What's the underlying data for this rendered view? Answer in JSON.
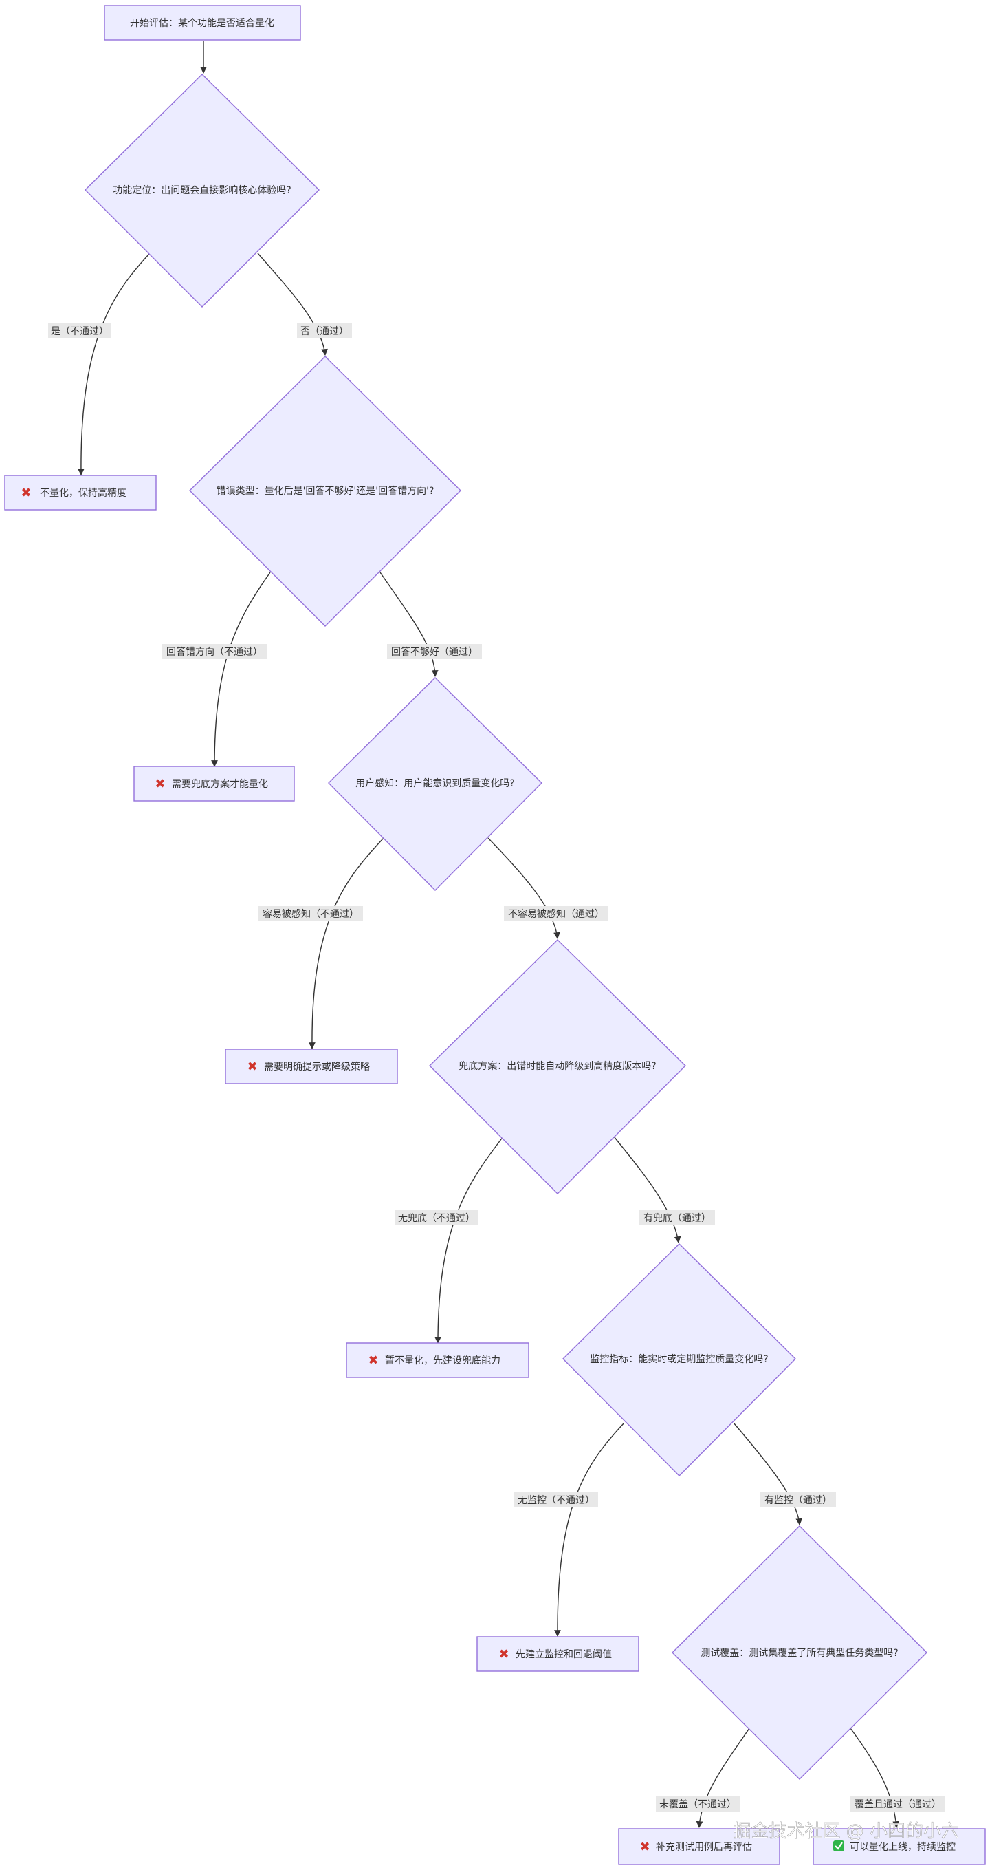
{
  "nodes": {
    "start": {
      "text": "开始评估：某个功能是否适合量化"
    },
    "q_function": {
      "text": "功能定位：出问题会直接影响核心体验吗?"
    },
    "end_no_quant": {
      "text": "不量化，保持高精度",
      "icon": "cross-mark-icon"
    },
    "q_error": {
      "text": "错误类型：量化后是'回答不够好'还是'回答错方向'?"
    },
    "end_need_fallback": {
      "text": "需要兜底方案才能量化",
      "icon": "cross-mark-icon"
    },
    "q_perception": {
      "text": "用户感知：用户能意识到质量变化吗?"
    },
    "end_need_hint": {
      "text": "需要明确提示或降级策略",
      "icon": "cross-mark-icon"
    },
    "q_fallback": {
      "text": "兜底方案：出错时能自动降级到高精度版本吗?"
    },
    "end_build_fallback": {
      "text": "暂不量化，先建设兜底能力",
      "icon": "cross-mark-icon"
    },
    "q_monitor": {
      "text": "监控指标：能实时或定期监控质量变化吗?"
    },
    "end_build_monitor": {
      "text": "先建立监控和回退阈值",
      "icon": "cross-mark-icon"
    },
    "q_coverage": {
      "text": "测试覆盖：测试集覆盖了所有典型任务类型吗?"
    },
    "end_add_tests": {
      "text": "补充测试用例后再评估",
      "icon": "cross-mark-icon"
    },
    "end_ok": {
      "text": "可以量化上线，持续监控",
      "icon": "check-mark-icon"
    }
  },
  "edges": {
    "start_to_function": {
      "label": ""
    },
    "function_yes": {
      "label": "是（不通过）"
    },
    "function_no": {
      "label": "否（通过）"
    },
    "error_wrong": {
      "label": "回答错方向（不通过）"
    },
    "error_notgood": {
      "label": "回答不够好（通过）"
    },
    "perception_easy": {
      "label": "容易被感知（不通过）"
    },
    "perception_hard": {
      "label": "不容易被感知（通过）"
    },
    "fallback_none": {
      "label": "无兜底（不通过）"
    },
    "fallback_has": {
      "label": "有兜底（通过）"
    },
    "monitor_none": {
      "label": "无监控（不通过）"
    },
    "monitor_has": {
      "label": "有监控（通过）"
    },
    "coverage_none": {
      "label": "未覆盖（不通过）"
    },
    "coverage_ok": {
      "label": "覆盖且通过（通过）"
    }
  },
  "colors": {
    "node_fill": "#ECECFF",
    "node_stroke": "#9370DB",
    "edge": "#333333",
    "cross": "#d0342c",
    "check": "#2fb54a"
  },
  "watermark": "掘金技术社区 @ 小四的小六"
}
